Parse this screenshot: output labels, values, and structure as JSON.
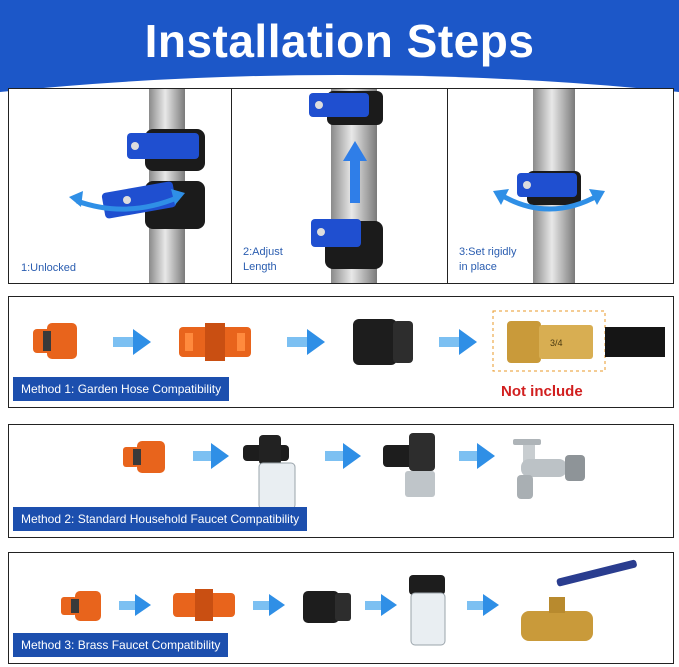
{
  "header": {
    "title": "Installation Steps"
  },
  "steps": [
    {
      "label": "1:Unlocked"
    },
    {
      "label_line1": "2:Adjust",
      "label_line2": "Length"
    },
    {
      "label_line1": "3:Set rigidly",
      "label_line2": "in place"
    }
  ],
  "methods": [
    {
      "label": "Method 1: Garden Hose Compatibility",
      "note": "Not include",
      "fitting_marking": "3/4"
    },
    {
      "label": "Method 2: Standard Household Faucet Compatibility"
    },
    {
      "label": "Method 3: Brass Faucet Compatibility"
    }
  ],
  "colors": {
    "header_blue": "#1c57c8",
    "label_blue": "#1c4fae",
    "arrow_blue": "#2f8fe6",
    "orange": "#e8641c",
    "not_include_red": "#d11f1f",
    "brass": "#c99a3a"
  },
  "icons": [
    "rotate-arrow-icon",
    "up-arrow-icon",
    "right-arrow-icon"
  ]
}
